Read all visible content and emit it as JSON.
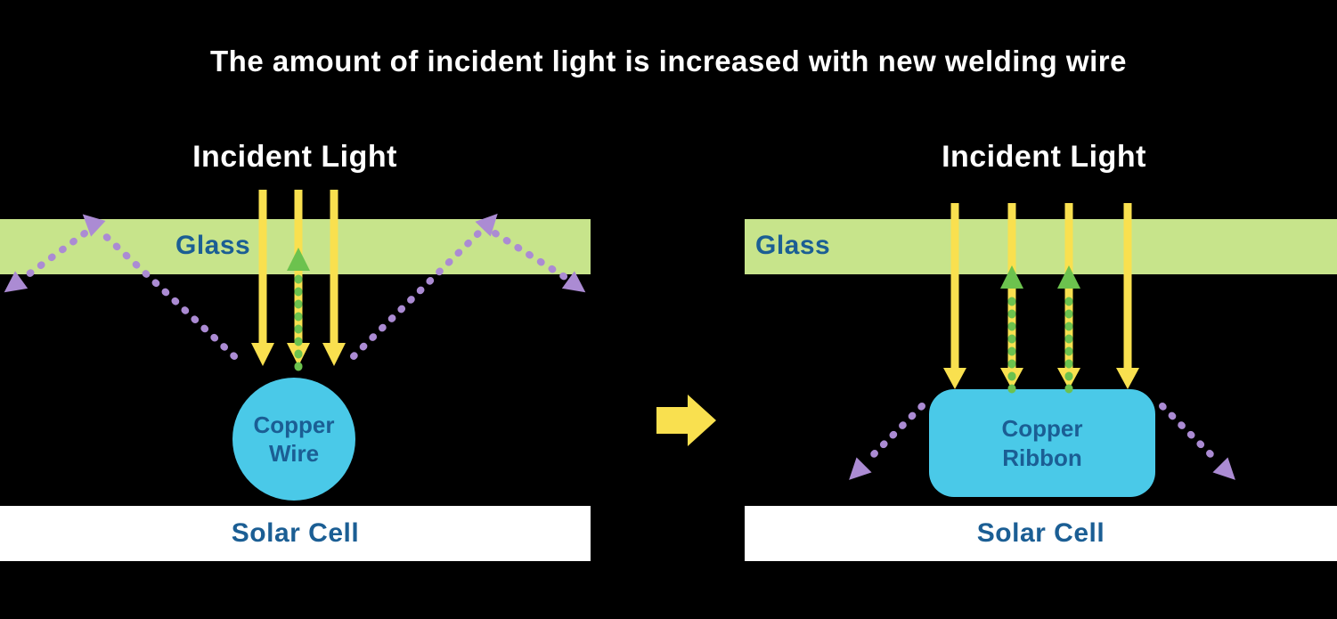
{
  "title": "The amount of incident light is increased with new welding wire",
  "panels": {
    "before": {
      "incident_light_label": "Incident Light",
      "glass_label": "Glass",
      "copper_line1": "Copper",
      "copper_line2": "Wire",
      "solar_cell_label": "Solar Cell"
    },
    "after": {
      "incident_light_label": "Incident Light",
      "glass_label": "Glass",
      "copper_line1": "Copper",
      "copper_line2": "Ribbon",
      "solar_cell_label": "Solar Cell"
    }
  },
  "colors": {
    "background": "#000000",
    "title_text": "#ffffff",
    "glass": "#c7e48b",
    "solar_cell": "#ffffff",
    "copper_shape": "#4ac9e8",
    "label_text": "#1b5e94",
    "incident_arrow": "#f9e04f",
    "reflected_arrow": "#ab8bd3",
    "absorbed_arrow": "#6cc24e",
    "transition_arrow": "#f9e04f"
  }
}
